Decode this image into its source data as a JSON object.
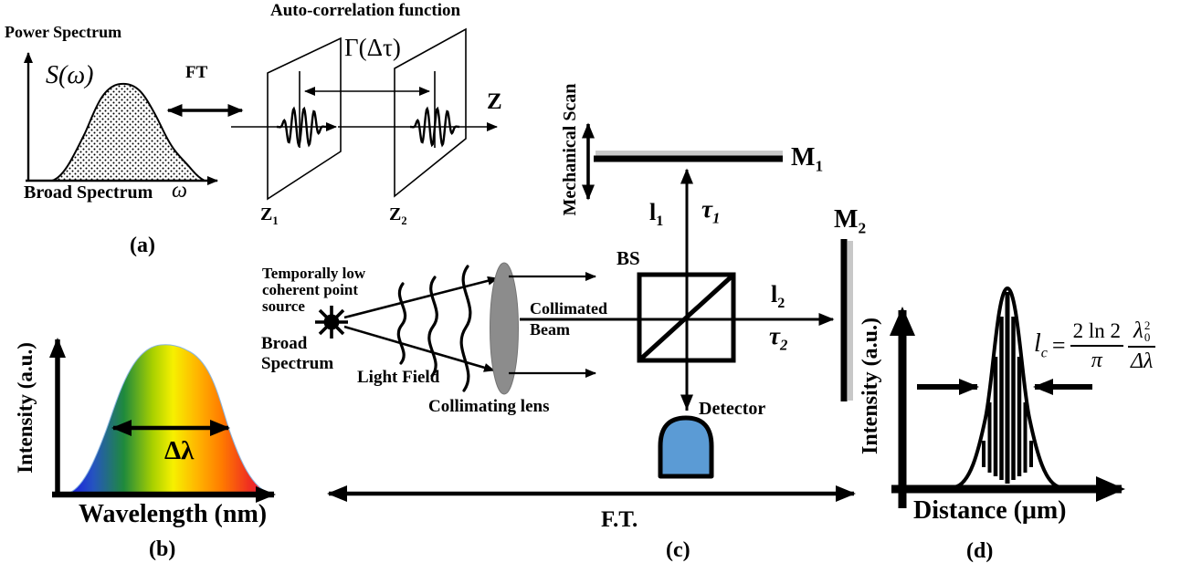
{
  "panel_a": {
    "title": "Power Spectrum",
    "curve_label": "S(ω)",
    "ft_label": "FT",
    "x_axis_label": "Broad Spectrum",
    "x_axis_symbol": "ω",
    "caption": "(a)"
  },
  "autocorrelation": {
    "title": "Auto-correlation function",
    "gamma_label": "Γ(Δτ)",
    "plane1": {
      "base": "Z",
      "sub": "1"
    },
    "plane2": {
      "base": "Z",
      "sub": "2"
    },
    "z_axis_label": "Z"
  },
  "panel_b": {
    "y_axis_label": "Intensity (a.u.)",
    "x_axis_label": "Wavelength (nm)",
    "bandwidth_label": "Δλ",
    "caption": "(b)"
  },
  "panel_c": {
    "source_line1": "Temporally low",
    "source_line2": "coherent point",
    "source_line3": "source",
    "broad_line1": "Broad",
    "broad_line2": "Spectrum",
    "light_field_label": "Light Field",
    "collimating_lens_label": "Collimating lens",
    "collimated_line1": "Collimated",
    "collimated_line2": "Beam",
    "mechanical_scan_label": "Mechanical Scan",
    "beam_splitter_label": "BS",
    "mirror1": {
      "base": "M",
      "sub": "1"
    },
    "mirror2": {
      "base": "M",
      "sub": "2"
    },
    "arm1_length": {
      "base": "l",
      "sub": "1"
    },
    "arm1_delay": {
      "base": "τ",
      "sub": "1"
    },
    "arm2_length": {
      "base": "l",
      "sub": "2"
    },
    "arm2_delay": {
      "base": "τ",
      "sub": "2"
    },
    "detector_label": "Detector",
    "ft_label": "F.T.",
    "caption": "(c)"
  },
  "panel_d": {
    "y_axis_label": "Intensity (a.u.)",
    "x_axis_label": "Distance (μm)",
    "caption": "(d)",
    "formula": {
      "symbol": "l",
      "symbol_sub": "c",
      "equals": "=",
      "frac1_num": "2 ln 2",
      "frac1_den": "π",
      "lambda_base": "λ",
      "lambda_sup": "2",
      "lambda_sub": "0",
      "frac2_den": "Δλ"
    }
  },
  "colors": {
    "detector_fill": "#5b9bd5",
    "lens_fill": "#8c8c8c",
    "mirror_shadow": "#c8c8c8",
    "rainbow": [
      "#1813e8",
      "#2554c0",
      "#1f8a3c",
      "#a8d000",
      "#f6f000",
      "#ffb400",
      "#ff7a00",
      "#f03020",
      "#e01050"
    ]
  }
}
